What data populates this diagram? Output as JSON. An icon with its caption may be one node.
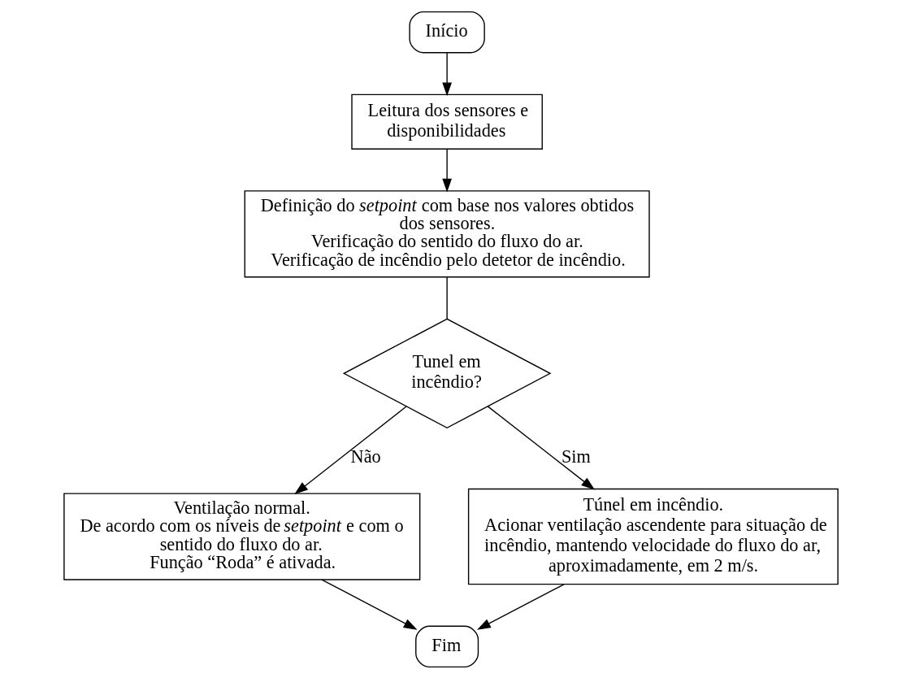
{
  "diagram": {
    "nodes": [
      {
        "text": [
          "Início"
        ]
      },
      {
        "text": [
          "Leitura dos sensores e disponibilidades"
        ]
      },
      {
        "text": [
          "Definição do *setpoint* com base nos valores obtidos dos sensores.",
          "Verificação do sentido do fluxo do ar.",
          "Verificação de incêndio pelo detetor de incêndio."
        ]
      },
      {
        "text": [
          "Fim"
        ]
      },
      {
        "text": [
          "Tunel em incêndio?"
        ]
      },
      {
        "text": [
          "Ventilação normal.",
          "De acordo com os níveis de *setpoint* e com o sentido do fluxo do ar.",
          "Função “Roda” é ativada."
        ]
      },
      {
        "text": [
          "Túnel em incêndio.",
          "Acionar ventilação ascendente para situação de incêndio, mantendo velocidade do fluxo do ar, aproximadamente, em 2 m/s."
        ]
      }
    ],
    "edges": [
      {
        "from": 0,
        "to": 1,
        "arrow": "to"
      },
      {
        "from": 1,
        "to": 2,
        "arrow": "to"
      },
      {
        "from": 2,
        "to": 4,
        "arrow": "none"
      },
      {
        "from": 4,
        "to": 5,
        "arrow": "to",
        "label": "Não"
      },
      {
        "from": 4,
        "to": 6,
        "arrow": "to",
        "label": "Sim"
      },
      {
        "from": 5,
        "to": 3,
        "arrow": "to"
      },
      {
        "from": 6,
        "to": 3,
        "arrow": "to"
      }
    ]
  }
}
